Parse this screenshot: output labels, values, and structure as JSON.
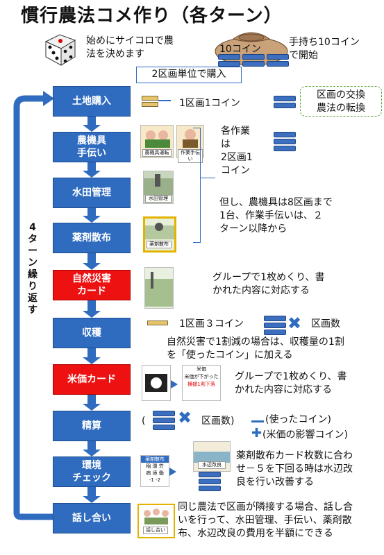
{
  "title": "慣行農法コメ作り（各ターン）",
  "intro": {
    "dice_text": [
      "始めにサイコロで農",
      "法を決めます"
    ],
    "bag_label": "10コイン",
    "start_text": [
      "手持ち10コイン",
      "で開始"
    ],
    "buy_unit": "2区画単位で購入"
  },
  "loop_label": "4ターン繰り返す",
  "steps": [
    {
      "label": "土地購入"
    },
    {
      "label": "農機具\n手伝い"
    },
    {
      "label": "水田管理"
    },
    {
      "label": "薬剤散布"
    },
    {
      "label": "自然災害\nカード"
    },
    {
      "label": "収穫"
    },
    {
      "label": "米価カード"
    },
    {
      "label": "精算"
    },
    {
      "label": "環境\nチェック"
    },
    {
      "label": "話し合い"
    }
  ],
  "notes": {
    "land": "1区画1コイン",
    "exchange": [
      "区画の交換",
      "農法の転換"
    ],
    "work_cost": [
      "各作業",
      "は",
      "2区画1",
      "コイン"
    ],
    "machine_note": [
      "但し、農機具は8区画まで",
      "1台、作業手伝いは、２",
      "ターン以降から"
    ],
    "disaster": [
      "グループで1枚めくり、書",
      "かれた内容に対応する"
    ],
    "harvest": "1区画３コイン",
    "harvest_area": "区画数",
    "harvest_note": [
      "自然災害で1割減の場合は、収穫量の1割",
      "を「使ったコイン」に加える"
    ],
    "rice_price": [
      "グループで1枚めくり、書",
      "かれた内容に対応する"
    ],
    "settle_open": "(",
    "settle_area": "区画数)",
    "settle_minus": "(使ったコイン)",
    "settle_plus": "(米価の影響コイン)",
    "env": [
      "薬剤散布カード枚数に合わ",
      "せ－５を下回る時は水辺改",
      "良を行い改善する"
    ],
    "talk": [
      "同じ農法で区画が隣接する場合、話し合",
      "いを行って、水田管理、手伝い、薬剤散",
      "布、水辺改良の費用を半額にできる"
    ]
  },
  "picture_labels": {
    "machine": "農機具運転",
    "helper": "作業手伝い",
    "paddy": "水田管理",
    "spray": "薬剤散布",
    "rice_card_top": "米価",
    "rice_card_mid": "米価が下がった",
    "rice_card_red": "横額1割下落",
    "waterside": "水辺改良",
    "talk": "話し合い",
    "spray_card_title": "薬剤散布",
    "spray_card_row1": "稲 環 労",
    "spray_card_row2": "病 境 働",
    "spray_card_row3": "-1 -2"
  },
  "colors": {
    "step": "#2f6bbf",
    "step_red": "#ee1111",
    "coin": "#3d6fc0",
    "exchange_border": "#5aa53a"
  }
}
